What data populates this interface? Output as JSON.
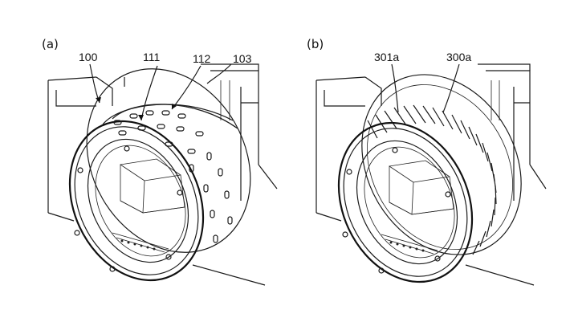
{
  "panels": [
    {
      "id": "a",
      "title": "(a)",
      "labels": [
        "100",
        "111",
        "112",
        "103"
      ]
    },
    {
      "id": "b",
      "title": "(b)",
      "labels": [
        "301a",
        "300a"
      ]
    }
  ]
}
